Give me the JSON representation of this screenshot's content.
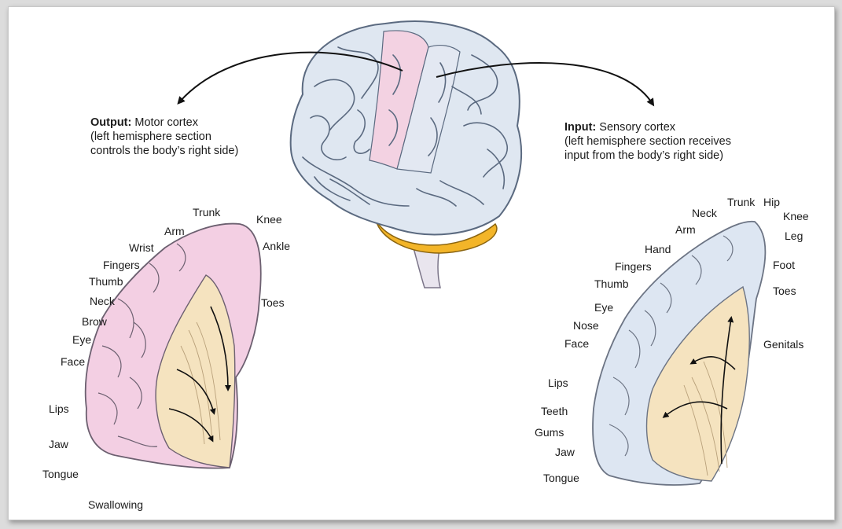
{
  "output": {
    "heading": "Output:",
    "title": "Motor cortex",
    "line1": "(left hemisphere section",
    "line2": "controls the body’s right side)"
  },
  "input": {
    "heading": "Input:",
    "title": "Sensory cortex",
    "line1": "(left hemisphere section receives",
    "line2": "input from the body’s right side)"
  },
  "motor_labels": [
    "Trunk",
    "Knee",
    "Arm",
    "Ankle",
    "Wrist",
    "Fingers",
    "Thumb",
    "Neck",
    "Toes",
    "Brow",
    "Eye",
    "Face",
    "Lips",
    "Jaw",
    "Tongue",
    "Swallowing"
  ],
  "sensory_labels": [
    "Trunk",
    "Hip",
    "Neck",
    "Knee",
    "Arm",
    "Leg",
    "Hand",
    "Foot",
    "Fingers",
    "Thumb",
    "Toes",
    "Eye",
    "Nose",
    "Face",
    "Genitals",
    "Lips",
    "Teeth",
    "Gums",
    "Jaw",
    "Tongue"
  ],
  "colors": {
    "motor_cortex": "#f3cfe3",
    "sensory_cortex": "#dde6f2",
    "brain": "#dfe7f1",
    "inner_section": "#f5e3bf",
    "cerebellum": "#f3b529"
  }
}
